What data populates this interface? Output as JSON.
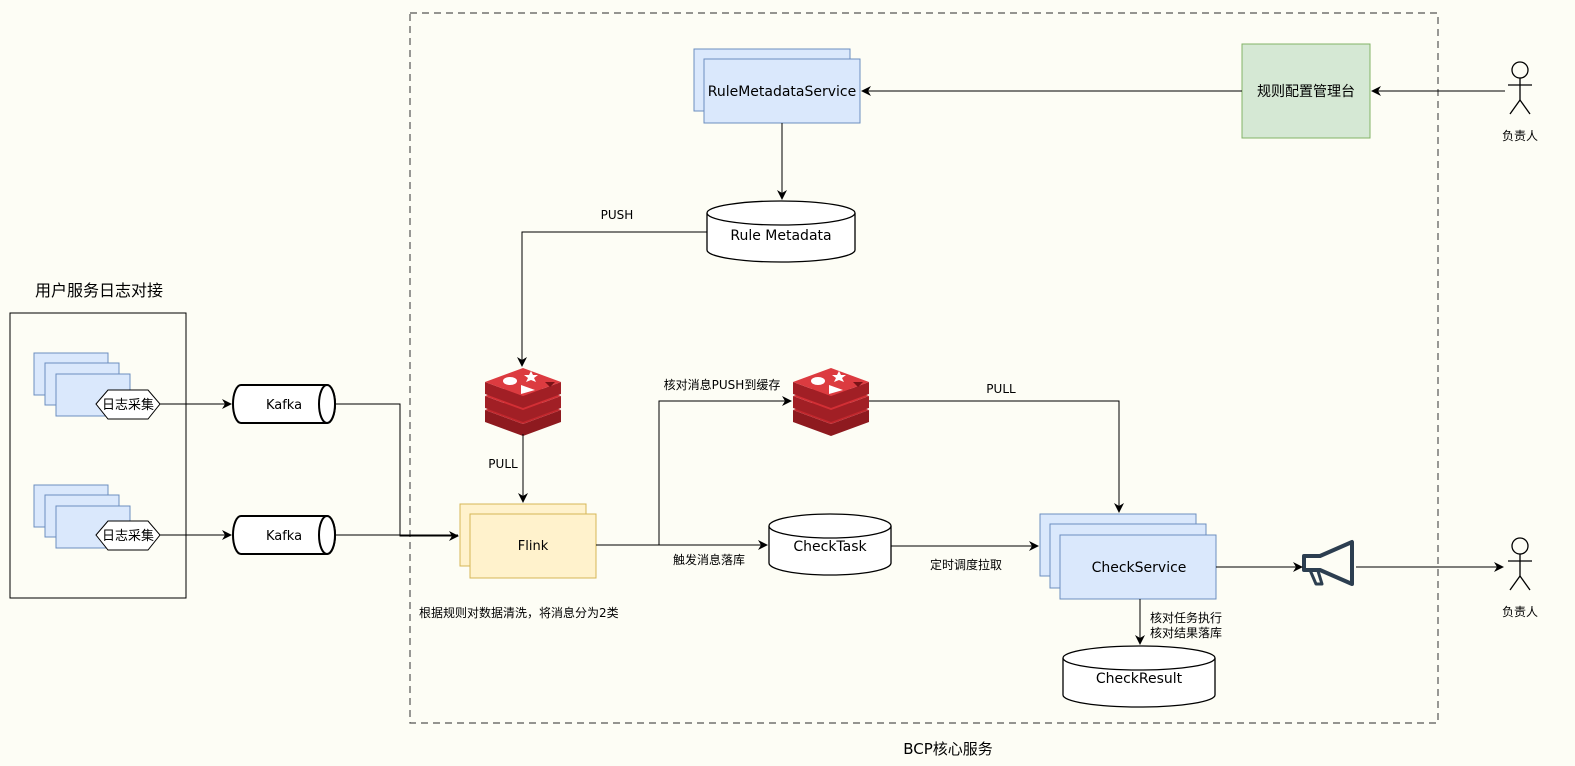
{
  "labels": {
    "user_group_title": "用户服务日志对接",
    "log_collect_1": "日志采集",
    "log_collect_2": "日志采集",
    "kafka_1": "Kafka",
    "kafka_2": "Kafka",
    "core_group_title": "BCP核心服务",
    "rule_metadata_service": "RuleMetadataService",
    "rule_config_platform": "规则配置管理台",
    "owner_top": "负责人",
    "owner_bottom": "负责人",
    "rule_metadata_db": "Rule Metadata",
    "push_label": "PUSH",
    "pull_label_left": "PULL",
    "pull_label_right": "PULL",
    "check_push_cache": "核对消息PUSH到缓存",
    "flink": "Flink",
    "flink_note": "根据规则对数据清洗，将消息分为2类",
    "check_task_db": "CheckTask",
    "trigger_persist": "触发消息落库",
    "scheduled_pull": "定时调度拉取",
    "check_service": "CheckService",
    "check_exec_line1": "核对任务执行",
    "check_exec_line2": "核对结果落库",
    "check_result_db": "CheckResult"
  },
  "colors": {
    "blue_fill": "#dae8fc",
    "blue_stroke": "#6c8ebf",
    "green_fill": "#d5e8d4",
    "green_stroke": "#82b366",
    "yellow_fill": "#fff2cc",
    "yellow_stroke": "#d6b656",
    "redis_red": "#c1272d",
    "speaker": "#2c3e50",
    "line": "#000000"
  },
  "icons": {
    "cache": "redis-icon",
    "alert": "megaphone-icon",
    "person": "stick-figure-icon"
  }
}
